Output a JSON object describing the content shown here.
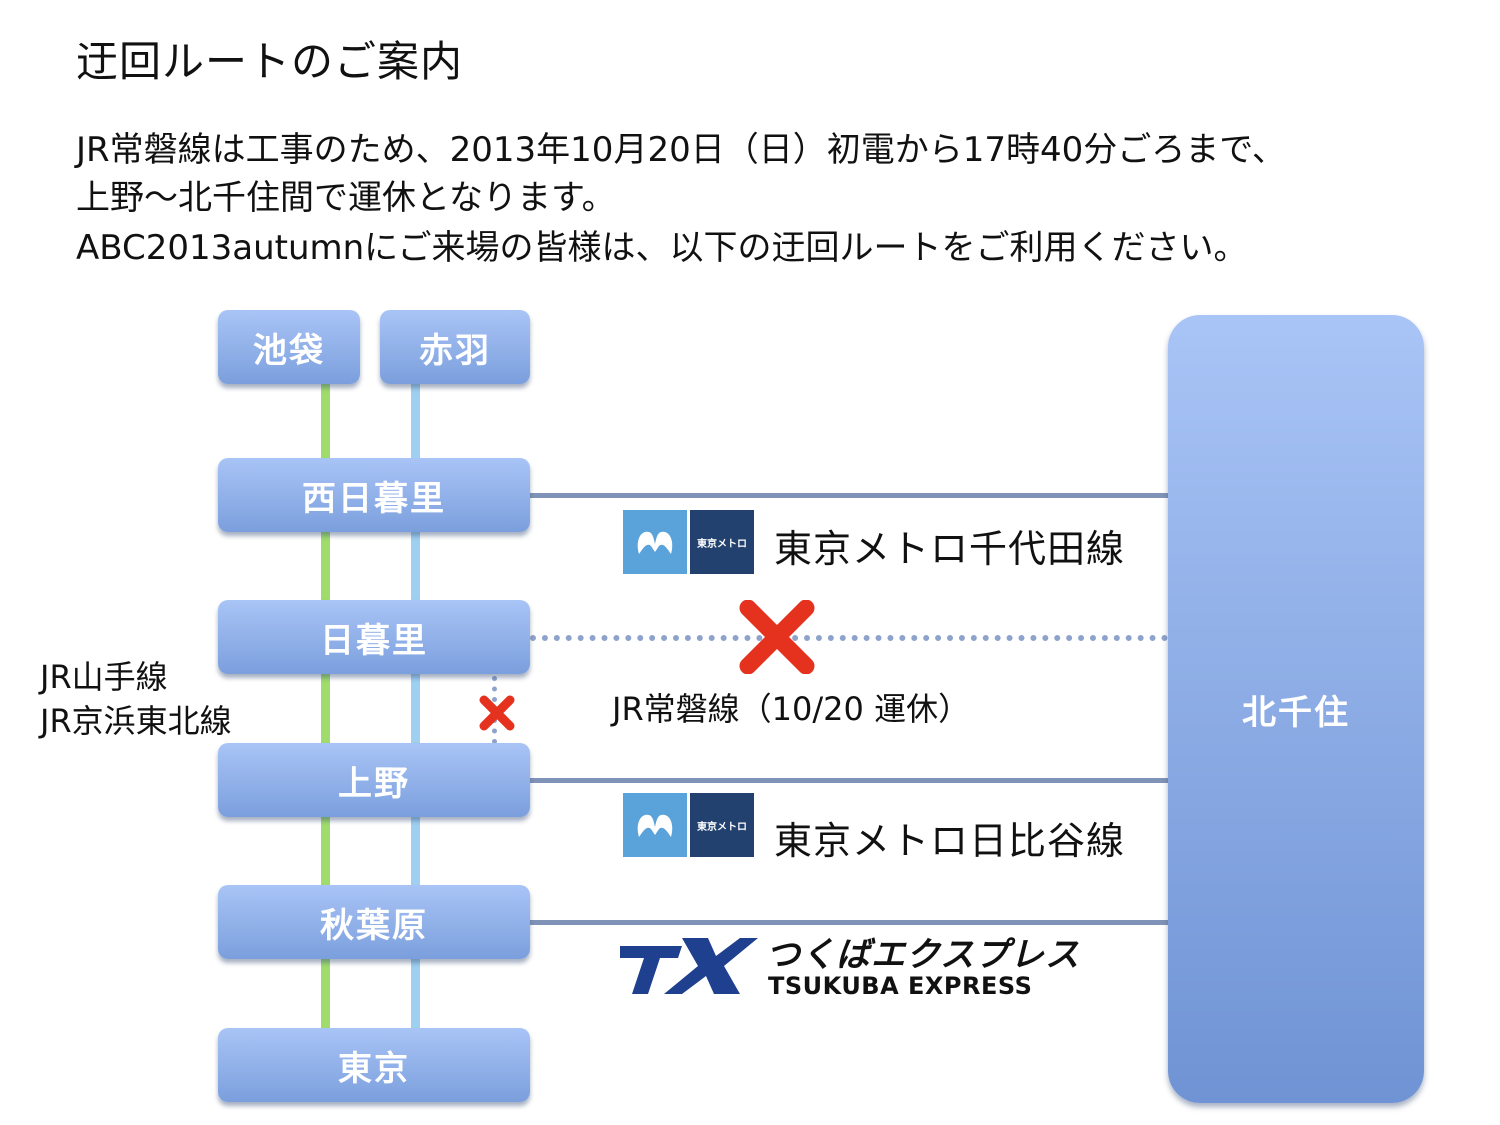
{
  "title": "迂回ルートのご案内",
  "notice": {
    "line1": "JR常磐線は工事のため、2013年10月20日（日）初電から17時40分ごろまで、",
    "line2": "上野～北千住間で運休となります。",
    "line3": "ABC2013autumnにご来場の皆様は、以下の迂回ルートをご利用ください。"
  },
  "stations": {
    "ikebukuro": "池袋",
    "akabane": "赤羽",
    "nishinippori": "西日暮里",
    "nippori": "日暮里",
    "ueno": "上野",
    "akihabara": "秋葉原",
    "tokyo": "東京",
    "kitasenju": "北千住"
  },
  "lines": {
    "jr_yamanote": "JR山手線",
    "jr_keihin": "JR京浜東北線",
    "chiyoda": "東京メトロ千代田線",
    "joban": "JR常磐線（10/20 運休）",
    "hibiya": "東京メトロ日比谷線"
  },
  "logos": {
    "metro_text": "東京メトロ",
    "tx_mark": "TX",
    "tx_jp": "つくばエクスプレス",
    "tx_en": "TSUKUBA EXPRESS"
  },
  "colors": {
    "station_fill": "#8eaeea",
    "yamanote": "#9fdc6c",
    "keihin_tohoku": "#9ed0f1",
    "connector": "#7f93b8",
    "closed_mark": "#e5321f",
    "metro_mark": "#5aa3da",
    "metro_navy": "#22416e",
    "tx_navy": "#1f3f8f"
  },
  "icons": {
    "closed": "x-mark-icon",
    "metro": "tokyo-metro-logo",
    "tx": "tsukuba-express-logo"
  }
}
